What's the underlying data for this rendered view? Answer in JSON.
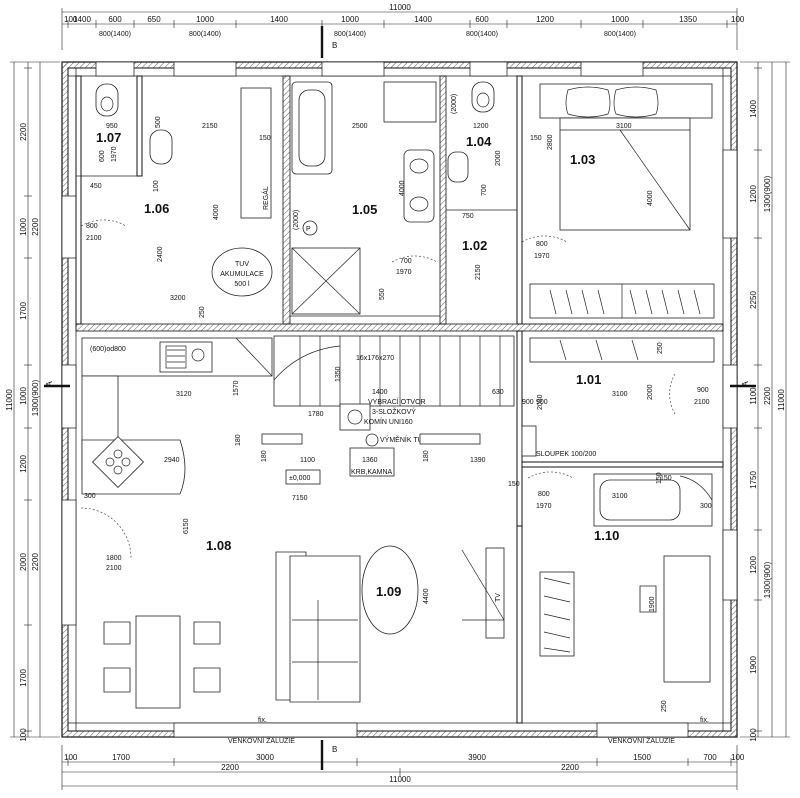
{
  "drawing": {
    "top_total": "11000",
    "top_row": [
      "100",
      "1400",
      "600",
      "650",
      "1000",
      "1400",
      "1000",
      "1400",
      "600",
      "1200",
      "1000",
      "1350",
      "100"
    ],
    "top_windows": [
      "800(1400)",
      "800(1400)",
      "800(1400)",
      "800(1400)",
      "800(1400)"
    ],
    "bottom_total": "11000",
    "bottom_row1": [
      "100",
      "1700",
      "3000",
      "3900",
      "1500",
      "700",
      "100"
    ],
    "bottom_row2": [
      "2200",
      "2200"
    ],
    "left_total": "11000",
    "left_row": [
      "2200",
      "1000",
      "1700",
      "1000",
      "1200",
      "2000",
      "1700",
      "100"
    ],
    "left_sub": [
      "2200",
      "1300(900)",
      "2200"
    ],
    "right_total": "11000",
    "right_row": [
      "1400",
      "1200",
      "2250",
      "1100",
      "1750",
      "1200",
      "1900",
      "100"
    ],
    "right_sub": [
      "1300(900)",
      "2200",
      "1300(900)"
    ],
    "section_a": "A",
    "section_b": "B"
  },
  "rooms": [
    {
      "id": "1.07"
    },
    {
      "id": "1.06"
    },
    {
      "id": "1.05"
    },
    {
      "id": "1.04"
    },
    {
      "id": "1.03"
    },
    {
      "id": "1.02"
    },
    {
      "id": "1.01"
    },
    {
      "id": "1.10"
    },
    {
      "id": "1.08"
    },
    {
      "id": "1.09"
    }
  ],
  "doors": [
    {
      "w": "800",
      "h": "2100"
    },
    {
      "w": "700",
      "h": "1970"
    },
    {
      "w": "800",
      "h": "1970"
    },
    {
      "w": "900",
      "h": "2100"
    },
    {
      "w": "800",
      "h": "1970"
    },
    {
      "w": "1800",
      "h": "2100"
    }
  ],
  "notes": {
    "tuv_1": "TUV",
    "tuv_2": "AKUMULACE",
    "tuv_3": "500 l",
    "regal": "REGÁL",
    "oven": "(600)od800",
    "vybrac_1": "VYBRACÍ OTVOR",
    "vybrac_2": "3-SLOŽKOVÝ",
    "vybrac_3": "KOMÍN UNI160",
    "vymenik": "VÝMĚNÍK TUV",
    "krb": "KRB,KAMNA",
    "level": "±0,000",
    "sloupek": "SLOUPEK 100/200",
    "stairs": "16x176x270",
    "zaluzie_left": "VENKOVNÍ ŽALUZIE",
    "zaluzie_right": "VENKOVNÍ ŽALUZIE",
    "fix_1": "fix.",
    "fix_2": "fix.",
    "tv": "TV",
    "p_symbol": "P"
  },
  "inner_dims": {
    "d950": "950",
    "d600": "600",
    "d1970": "1970",
    "d450": "450",
    "d500": "500",
    "d100": "100",
    "d2150a": "2150",
    "d150a": "150",
    "d4000a": "4000",
    "d2400": "2400",
    "d3200": "3200",
    "d250a": "250",
    "d2500": "2500",
    "d2000a": "(2000)",
    "d4000b": "4000",
    "d550": "550",
    "d2000b": "(2000)",
    "d1200": "1200",
    "d2000c": "2000",
    "d700": "700",
    "d750": "750",
    "d2150b": "2150",
    "d150b": "150",
    "d2800": "2800",
    "d3100a": "3100",
    "d4000c": "4000",
    "d3120": "3120",
    "d1570": "1570",
    "d1780": "1780",
    "d1350": "1350",
    "d1400": "1400",
    "d2940": "2940",
    "d180a": "180",
    "d180b": "180",
    "d180c": "180",
    "d1100": "1100",
    "d1360": "1360",
    "d1390": "1390",
    "d630": "630",
    "d900a": "900",
    "d900b": "900",
    "d2030": "2030",
    "d3100b": "3100",
    "d2000d": "2000",
    "d250b": "250",
    "d7150": "7150",
    "d300a": "300",
    "d6150": "6150",
    "d4400": "4400",
    "d150c": "150",
    "d3100c": "3100",
    "d300b": "300",
    "d150d": "150",
    "d1900": "1900",
    "d250c": "250",
    "d150e": "150"
  }
}
